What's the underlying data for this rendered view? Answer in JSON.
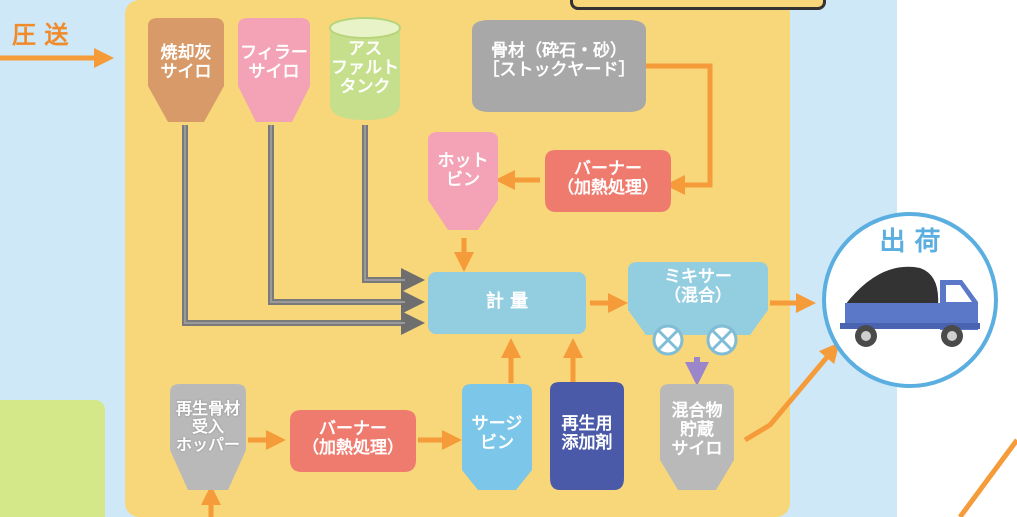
{
  "colors": {
    "background_blue": "#cfe8f7",
    "panel_yellow": "#f8d77a",
    "arrow_orange": "#f59b3a",
    "arrow_gray": "#7a7a7a",
    "arrow_purple": "#9a86c8",
    "text_orange": "#f08a2a",
    "silo_brown": "#d79a68",
    "silo_pink": "#f3a3b5",
    "silo_green": "#c6df8c",
    "silo_gray": "#b9b9b9",
    "box_teal": "#93cde0",
    "burner_red": "#ef7b6f",
    "surge_blue": "#7cc6ea",
    "additive_navy": "#4a5aa8",
    "ship_circle_blue": "#5aaee0"
  },
  "inbound": {
    "label": "圧 送"
  },
  "silos": {
    "ash": [
      "焼却灰",
      "サイロ"
    ],
    "filler": [
      "フィラー",
      "サイロ"
    ],
    "asphalt": [
      "アス",
      "ファルト",
      "タンク"
    ]
  },
  "aggregate": [
    "骨材（砕石・砂）",
    "［ストックヤード］"
  ],
  "burner_top": [
    "バーナー",
    "（加熱処理）"
  ],
  "hot_bin": [
    "ホット",
    "ビン"
  ],
  "weighing": {
    "label": "計 量"
  },
  "mixer": [
    "ミキサー",
    "（混合）"
  ],
  "shipping": {
    "label": "出 荷"
  },
  "recycled_hopper": [
    "再生骨材",
    "受入",
    "ホッパー"
  ],
  "burner_bottom": [
    "バーナー",
    "（加熱処理）"
  ],
  "surge_bin": [
    "サージ",
    "ビン"
  ],
  "recycled_additive": [
    "再生用",
    "添加剤"
  ],
  "storage_silo": [
    "混合物",
    "貯蔵",
    "サイロ"
  ]
}
